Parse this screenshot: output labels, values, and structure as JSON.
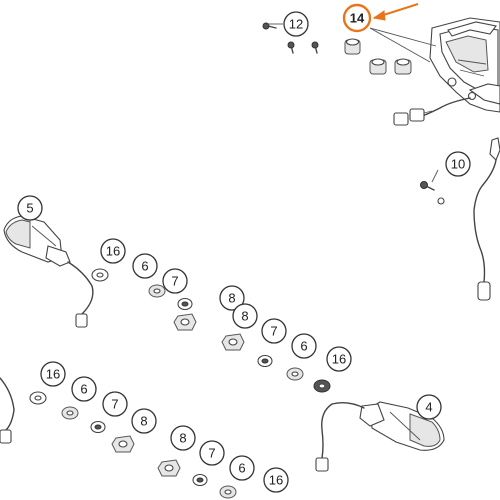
{
  "highlight_color": "#e8751a",
  "callouts": [
    {
      "id": "c12",
      "label": "12",
      "highlight": false
    },
    {
      "id": "c14",
      "label": "14",
      "highlight": true
    },
    {
      "id": "c10",
      "label": "10",
      "highlight": false
    },
    {
      "id": "c5",
      "label": "5",
      "highlight": false
    },
    {
      "id": "c16a",
      "label": "16",
      "highlight": false
    },
    {
      "id": "c6a",
      "label": "6",
      "highlight": false
    },
    {
      "id": "c7a",
      "label": "7",
      "highlight": false
    },
    {
      "id": "c8a",
      "label": "8",
      "highlight": false
    },
    {
      "id": "c8b",
      "label": "8",
      "highlight": false
    },
    {
      "id": "c7b",
      "label": "7",
      "highlight": false
    },
    {
      "id": "c6b",
      "label": "6",
      "highlight": false
    },
    {
      "id": "c16b",
      "label": "16",
      "highlight": false
    },
    {
      "id": "c16c",
      "label": "16",
      "highlight": false
    },
    {
      "id": "c6c",
      "label": "6",
      "highlight": false
    },
    {
      "id": "c7c",
      "label": "7",
      "highlight": false
    },
    {
      "id": "c8c",
      "label": "8",
      "highlight": false
    },
    {
      "id": "c4",
      "label": "4",
      "highlight": false
    },
    {
      "id": "c8d",
      "label": "8",
      "highlight": false
    },
    {
      "id": "c7d",
      "label": "7",
      "highlight": false
    },
    {
      "id": "c6d",
      "label": "6",
      "highlight": false
    },
    {
      "id": "c16d",
      "label": "16",
      "highlight": false
    }
  ],
  "parts": [
    {
      "name": "headlight-housing"
    },
    {
      "name": "headlight-connector"
    },
    {
      "name": "turn-signal-5"
    },
    {
      "name": "turn-signal-4"
    },
    {
      "name": "turn-signal-lower-left"
    },
    {
      "name": "wiring-harness-right"
    }
  ]
}
